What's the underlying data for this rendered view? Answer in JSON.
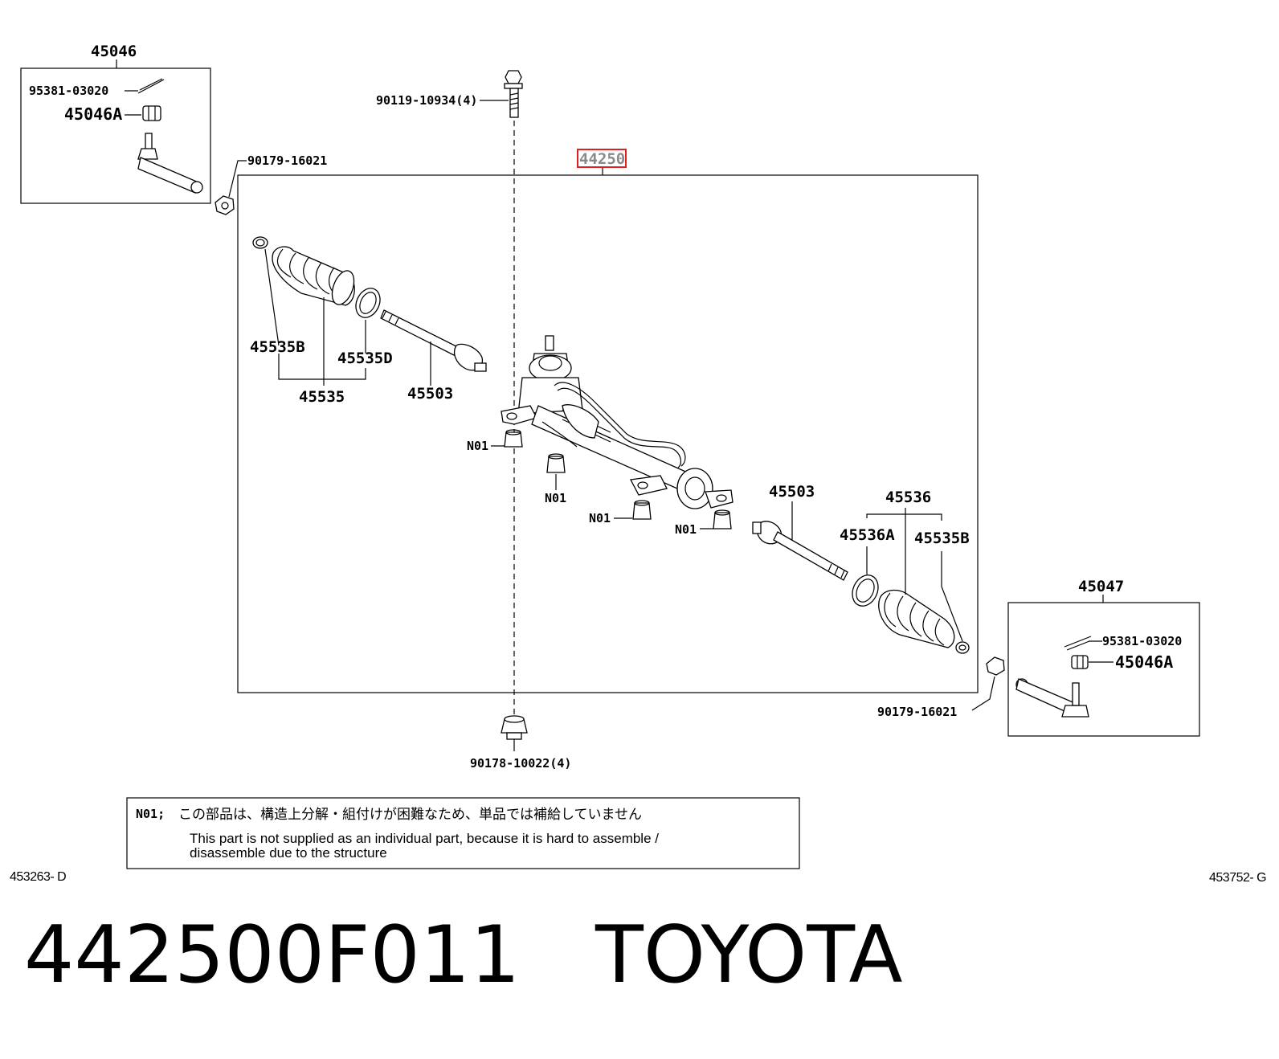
{
  "parts": {
    "tie_rod_end_lh": "45046",
    "cotter_pin_lh": "95381-03020",
    "nut_lh": "45046A",
    "bolt": "90119-10934(4)",
    "rack_assembly": "44250",
    "nut_90179_lh": "90179-16021",
    "clip_lh": "45535B",
    "boot_clamp_lh": "45535D",
    "boot_kit_lh": "45535",
    "tie_rod_lh": "45503",
    "tie_rod_rh": "45503",
    "boot_kit_rh": "45536",
    "boot_clamp_rh": "45536A",
    "clip_rh": "45535B",
    "tie_rod_end_rh": "45047",
    "cotter_pin_rh": "95381-03020",
    "nut_rh": "45046A",
    "nut_90179_rh": "90179-16021",
    "nut_bottom": "90178-10022(4)",
    "n01": "N01"
  },
  "note": {
    "code": "N01;",
    "japanese": "この部品は、構造上分解・組付けが困難なため、単品では補給していません",
    "english_line1": "This part is not supplied as an individual part, because it is hard to assemble /",
    "english_line2": "disassemble due to the structure"
  },
  "references": {
    "left": "453263- D",
    "right": "453752- G"
  },
  "caption": {
    "part_number": "442500F011",
    "brand": "TOYOTA"
  },
  "highlight_color": "#e02020"
}
